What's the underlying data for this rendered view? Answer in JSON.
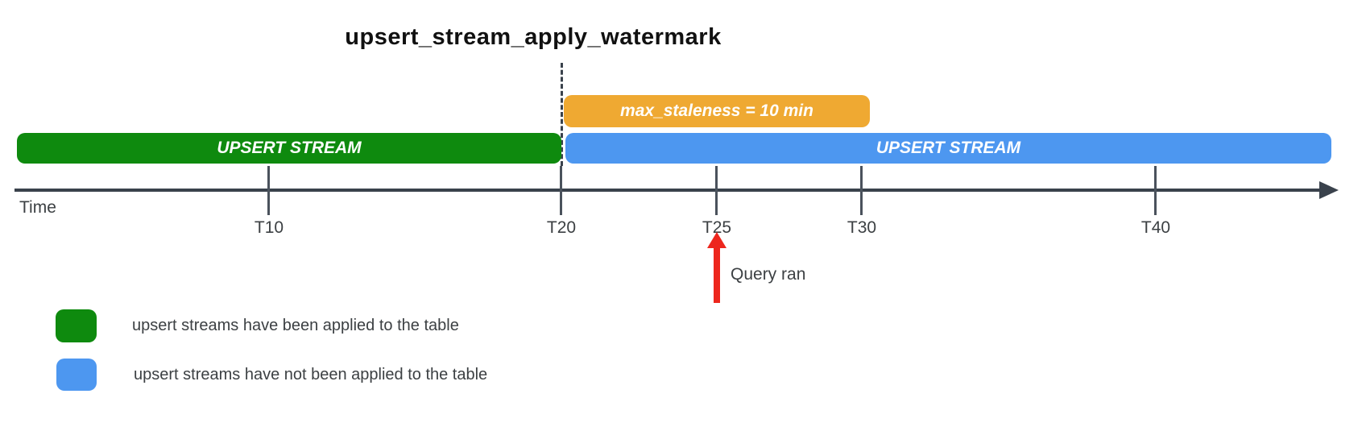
{
  "title": "upsert_stream_apply_watermark",
  "colors": {
    "green": "#0E8A0E",
    "blue": "#4D97F0",
    "orange": "#EFA932",
    "red": "#ED261D",
    "axis": "#3A424C",
    "text": "#3C4043"
  },
  "bars": {
    "staleness": {
      "label": "max_staleness = 10 min"
    },
    "applied": {
      "label": "UPSERT STREAM"
    },
    "unapplied": {
      "label": "UPSERT STREAM"
    }
  },
  "timeline": {
    "axis_label": "Time",
    "ticks": [
      {
        "label": "T10"
      },
      {
        "label": "T20"
      },
      {
        "label": "T25"
      },
      {
        "label": "T30"
      },
      {
        "label": "T40"
      }
    ]
  },
  "annotation": {
    "label": "Query ran"
  },
  "legend": [
    {
      "swatch_color": "green",
      "label": "upsert streams have been applied to the table"
    },
    {
      "swatch_color": "blue",
      "label": "upsert streams have not been applied to the table"
    }
  ]
}
